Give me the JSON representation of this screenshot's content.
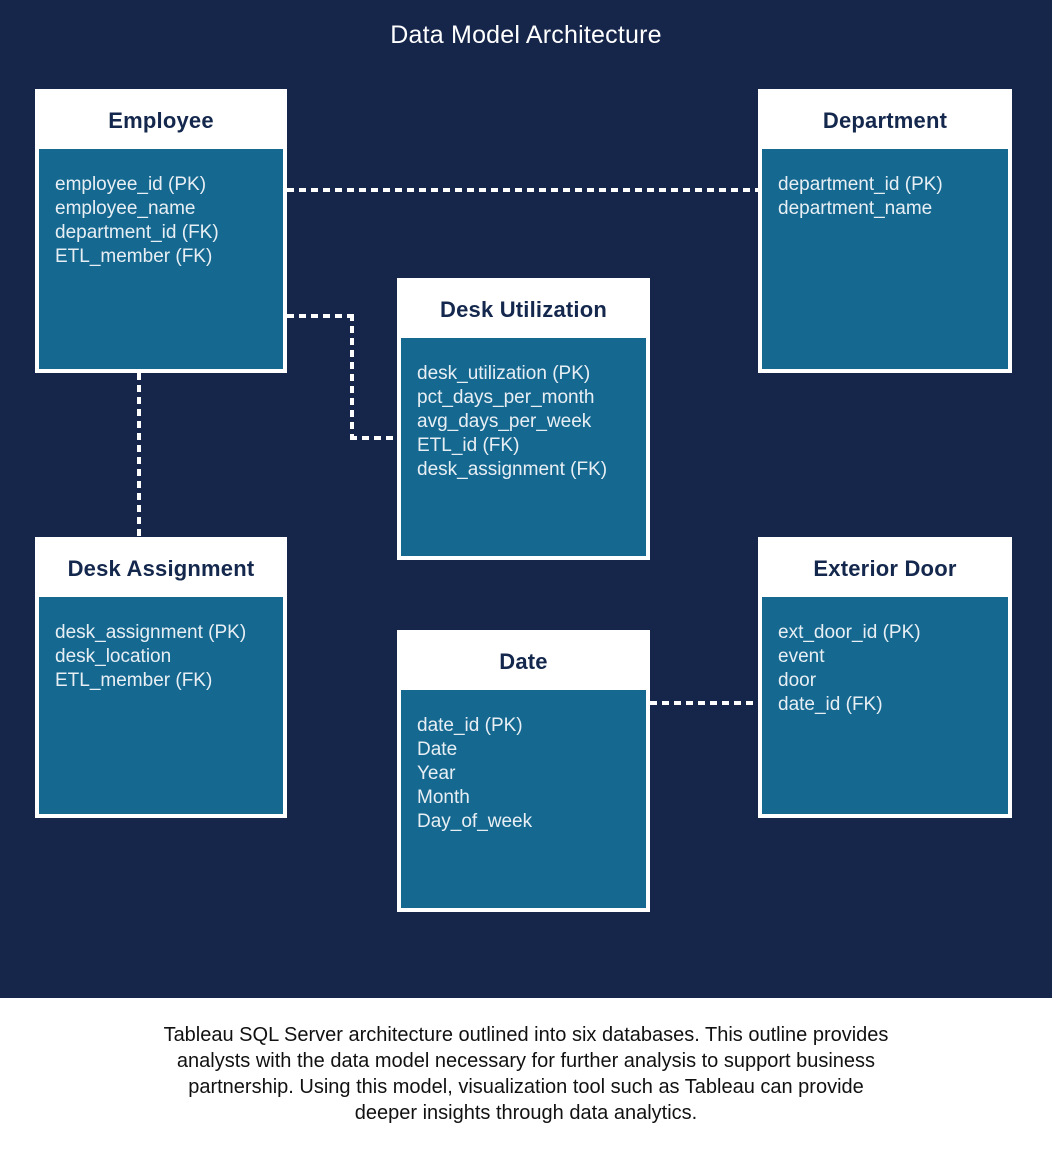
{
  "title": "Data Model Architecture",
  "colors": {
    "background": "#16264A",
    "table_header_background": "#FFFFFF",
    "table_header_text": "#14274D",
    "table_body_background": "#156890",
    "table_field_text": "#E8EFF4",
    "connector": "#FFFFFF",
    "footer_background": "#FFFFFF",
    "footer_text": "#111111"
  },
  "tables": [
    {
      "name": "Employee",
      "fields": [
        "employee_id (PK)",
        "employee_name",
        "department_id (FK)",
        "ETL_member (FK)"
      ]
    },
    {
      "name": "Department",
      "fields": [
        "department_id (PK)",
        "department_name"
      ]
    },
    {
      "name": "Desk Utilization",
      "fields": [
        "desk_utilization (PK)",
        "pct_days_per_month",
        "avg_days_per_week",
        "ETL_id (FK)",
        "desk_assignment (FK)"
      ]
    },
    {
      "name": "Desk Assignment",
      "fields": [
        "desk_assignment (PK)",
        "desk_location",
        "ETL_member (FK)"
      ]
    },
    {
      "name": "Exterior Door",
      "fields": [
        "ext_door_id (PK)",
        "event",
        "door",
        "date_id (FK)"
      ]
    },
    {
      "name": "Date",
      "fields": [
        "date_id (PK)",
        "Date",
        "Year",
        "Month",
        "Day_of_week"
      ]
    }
  ],
  "relationships": [
    {
      "from": "Employee",
      "to": "Department",
      "style": "dashed"
    },
    {
      "from": "Employee",
      "to": "Desk Utilization",
      "style": "dashed"
    },
    {
      "from": "Employee",
      "to": "Desk Assignment",
      "style": "dashed"
    },
    {
      "from": "Date",
      "to": "Exterior Door",
      "style": "dashed"
    }
  ],
  "caption": {
    "full_text": "Tableau SQL Server architecture outlined into six databases. This outline provides analysts with the data model necessary for further analysis to support business partnership. Using this model, visualization tool such as Tableau can provide deeper insights through data analytics.",
    "lines": [
      "Tableau SQL Server architecture outlined into six databases. This outline provides",
      "analysts with the data model necessary for further analysis to support business",
      "partnership. Using this model, visualization tool such as Tableau can provide",
      "deeper insights through data analytics."
    ]
  }
}
